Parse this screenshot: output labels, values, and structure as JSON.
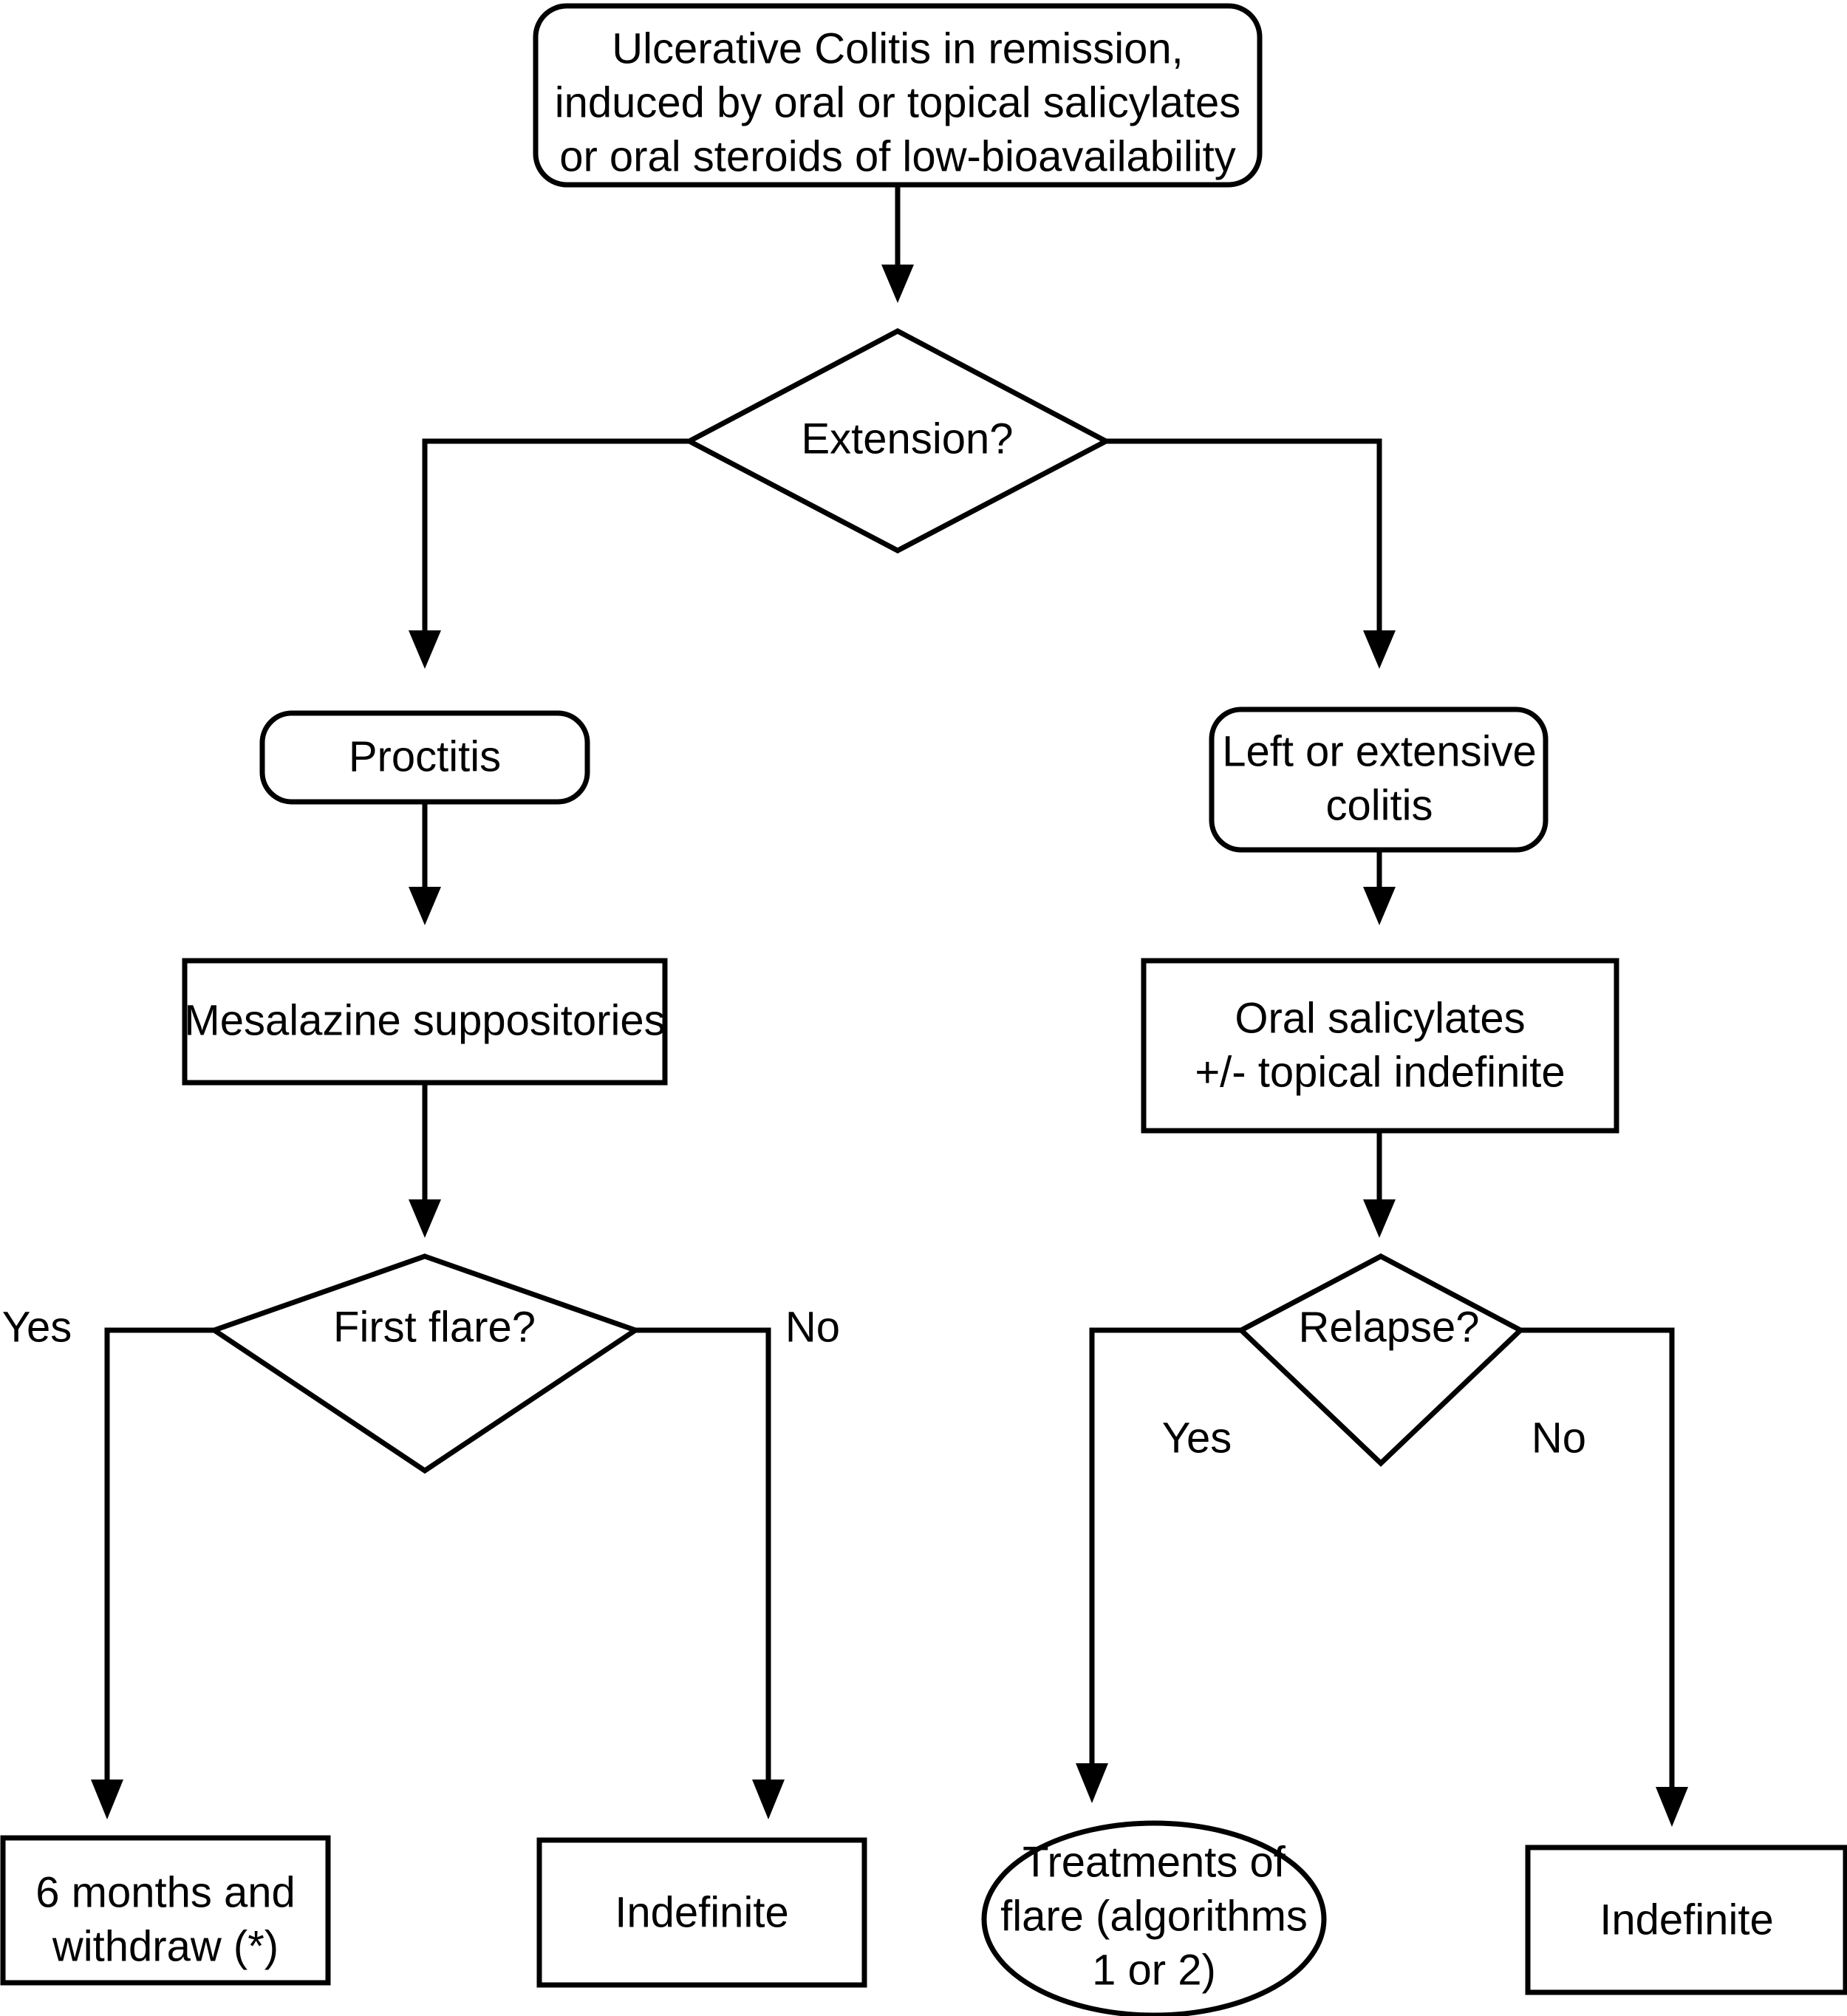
{
  "diagram": {
    "type": "flowchart",
    "title": "Ulcerative Colitis remission maintenance algorithm",
    "colors": {
      "stroke": "#000000",
      "fill": "#ffffff",
      "text": "#000000"
    },
    "nodes": {
      "start": {
        "shape": "rounded-rectangle",
        "lines": [
          "Ulcerative Colitis in remission,",
          "induced by oral or topical salicylates",
          "or oral steroids of low-bioavailability"
        ]
      },
      "extension_decision": {
        "shape": "diamond",
        "lines": [
          "Extension?"
        ]
      },
      "proctitis": {
        "shape": "rounded-rectangle",
        "lines": [
          "Proctitis"
        ]
      },
      "left_extensive_colitis": {
        "shape": "rounded-rectangle",
        "lines": [
          "Left or extensive",
          "colitis"
        ]
      },
      "mesalazine": {
        "shape": "rectangle",
        "lines": [
          "Mesalazine suppositories"
        ]
      },
      "oral_salicylates": {
        "shape": "rectangle",
        "lines": [
          "Oral salicylates",
          "+/- topical indefinite"
        ]
      },
      "first_flare_decision": {
        "shape": "diamond",
        "lines": [
          "First flare?"
        ]
      },
      "relapse_decision": {
        "shape": "diamond",
        "lines": [
          "Relapse?"
        ]
      },
      "six_months_withdraw": {
        "shape": "rectangle",
        "lines": [
          "6 months and",
          "withdraw (*)"
        ]
      },
      "indefinite_left": {
        "shape": "rectangle",
        "lines": [
          "Indefinite"
        ]
      },
      "treatments_of_flare": {
        "shape": "ellipse",
        "lines": [
          "Treatments of",
          "flare (algorithms",
          "1 or 2)"
        ]
      },
      "indefinite_right": {
        "shape": "rectangle",
        "lines": [
          "Indefinite"
        ]
      }
    },
    "edge_labels": {
      "first_flare_yes": "Yes",
      "first_flare_no": "No",
      "relapse_yes": "Yes",
      "relapse_no": "No"
    },
    "edges": [
      {
        "from": "start",
        "to": "extension_decision",
        "label": ""
      },
      {
        "from": "extension_decision",
        "to": "proctitis",
        "label": ""
      },
      {
        "from": "extension_decision",
        "to": "left_extensive_colitis",
        "label": ""
      },
      {
        "from": "proctitis",
        "to": "mesalazine",
        "label": ""
      },
      {
        "from": "left_extensive_colitis",
        "to": "oral_salicylates",
        "label": ""
      },
      {
        "from": "mesalazine",
        "to": "first_flare_decision",
        "label": ""
      },
      {
        "from": "oral_salicylates",
        "to": "relapse_decision",
        "label": ""
      },
      {
        "from": "first_flare_decision",
        "to": "six_months_withdraw",
        "label": "Yes"
      },
      {
        "from": "first_flare_decision",
        "to": "indefinite_left",
        "label": "No"
      },
      {
        "from": "relapse_decision",
        "to": "treatments_of_flare",
        "label": "Yes"
      },
      {
        "from": "relapse_decision",
        "to": "indefinite_right",
        "label": "No"
      }
    ]
  }
}
